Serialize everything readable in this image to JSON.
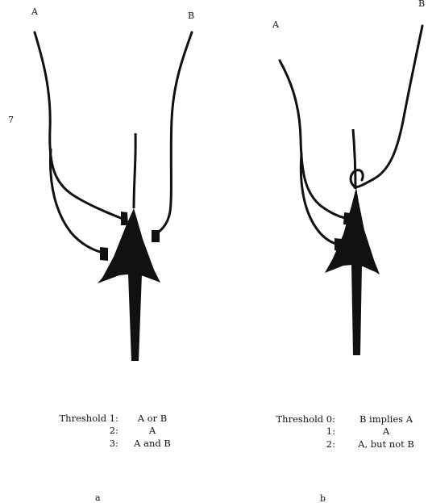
{
  "figure_number": "7",
  "panel_a": {
    "input_a_label": "A",
    "input_b_label": "B",
    "caption": "a",
    "thresholds": [
      {
        "label": "Threshold 1:",
        "function": "A or B"
      },
      {
        "label": "2:",
        "function": "A"
      },
      {
        "label": "3:",
        "function": "A and B"
      }
    ]
  },
  "panel_b": {
    "input_a_label": "A",
    "input_b_label": "B",
    "caption": "b",
    "thresholds": [
      {
        "label": "Threshold 0:",
        "function": "B implies A"
      },
      {
        "label": "1:",
        "function": "A"
      },
      {
        "label": "2:",
        "function": "A, but not B"
      }
    ]
  }
}
